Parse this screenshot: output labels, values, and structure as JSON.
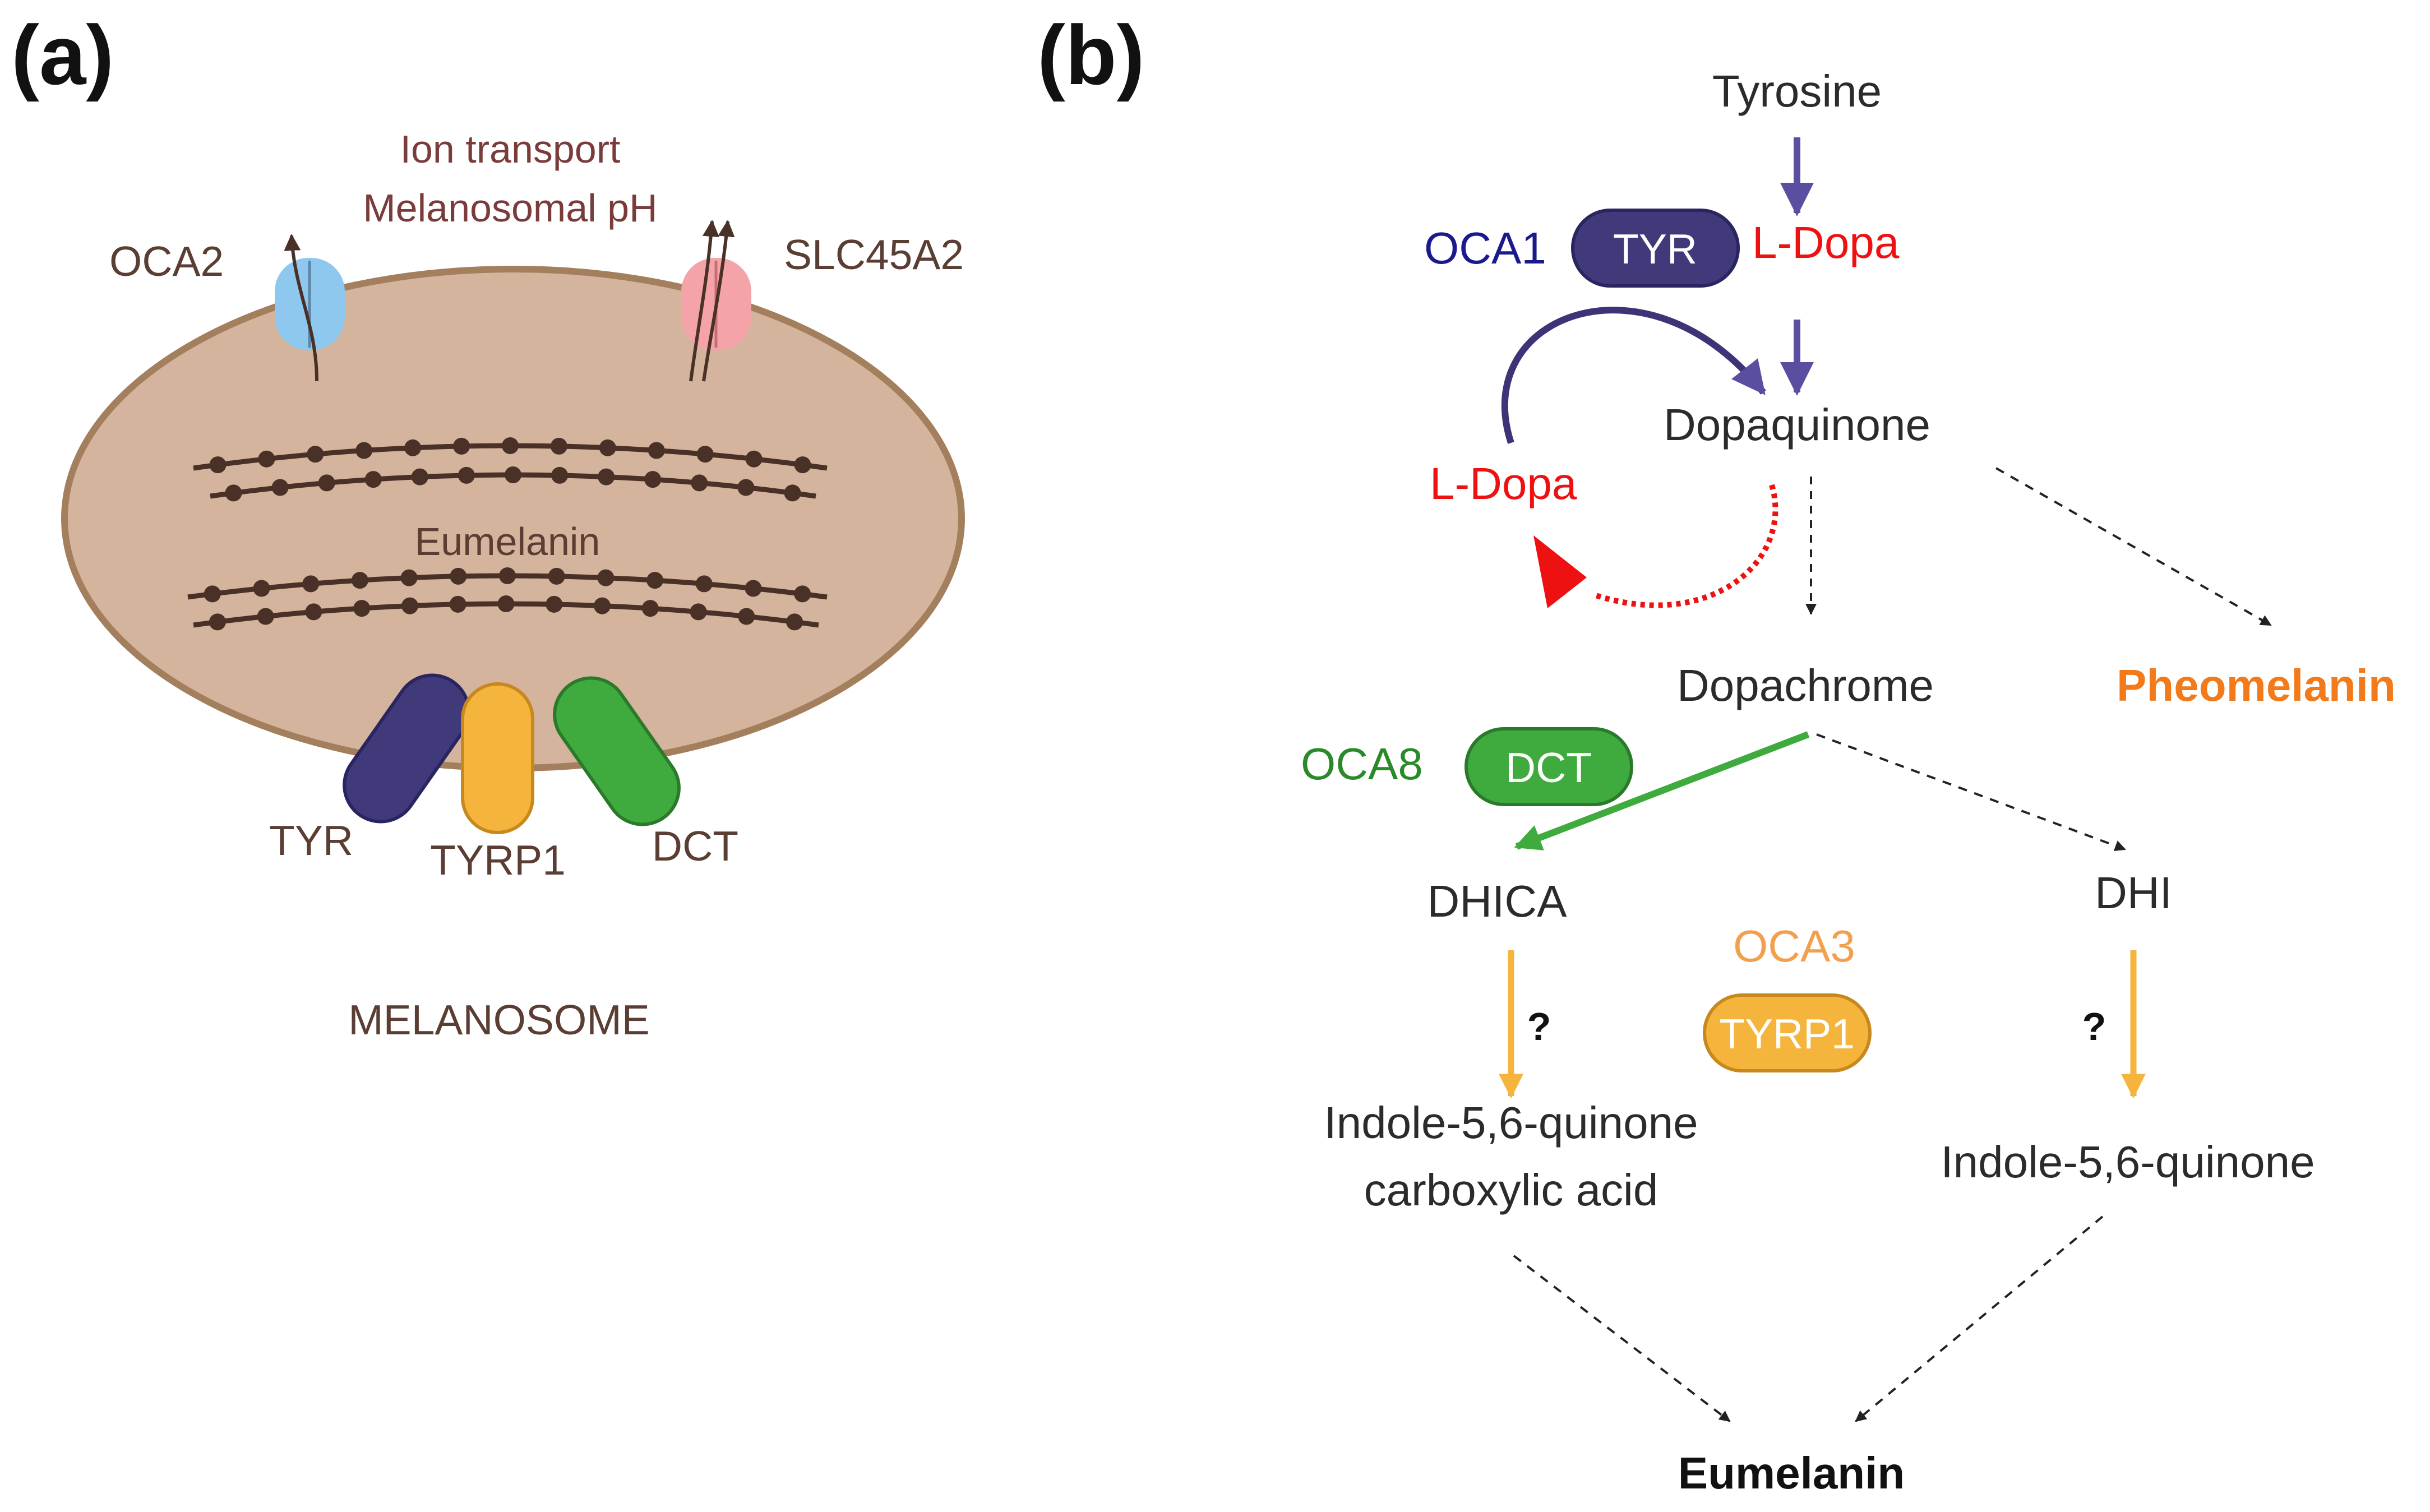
{
  "panel_a": {
    "label": "(a)",
    "annotation_line1": "Ion transport",
    "annotation_line2": "Melanosomal pH",
    "transporter_left": "OCA2",
    "transporter_right": "SLC45A2",
    "pigment_label": "Eumelanin",
    "enzymes": [
      "TYR",
      "TYRP1",
      "DCT"
    ],
    "organelle_label": "MELANOSOME"
  },
  "panel_b": {
    "label": "(b)",
    "nodes": {
      "tyrosine": "Tyrosine",
      "ldopa_top": "L-Dopa",
      "dopaquinone": "Dopaquinone",
      "ldopa_loop": "L-Dopa",
      "dopachrome": "Dopachrome",
      "pheomelanin": "Pheomelanin",
      "dhica": "DHICA",
      "dhi": "DHI",
      "iqca_line1": "Indole-5,6-quinone",
      "iqca_line2": "carboxylic acid",
      "iq": "Indole-5,6-quinone",
      "eumelanin": "Eumelanin"
    },
    "diseases": {
      "oca1": "OCA1",
      "oca8": "OCA8",
      "oca3": "OCA3"
    },
    "enzyme_pills": {
      "tyr": "TYR",
      "dct": "DCT",
      "tyrp1": "TYRP1"
    },
    "unknown_left": "?",
    "unknown_right": "?"
  },
  "colors": {
    "text_dark": "#2b2b2b",
    "brown_text": "#5a3d33",
    "annotation_text": "#7a3b3b",
    "membrane_fill": "#d4b49c",
    "membrane_stroke": "#a47f5e",
    "fiber": "#4a3128",
    "tyr_fill": "#40397a",
    "tyrp1_fill": "#f5b43c",
    "dct_fill": "#3fab3f",
    "oca2_fill": "#8ec8ee",
    "slc_fill": "#f4a4a8",
    "red": "#ee1111",
    "navy": "#1a1a8c",
    "green_text": "#2a8a2a",
    "orange_text": "#f27a1a",
    "oca3_text": "#f3a04e",
    "arrow_purple": "#5a4ea0"
  }
}
